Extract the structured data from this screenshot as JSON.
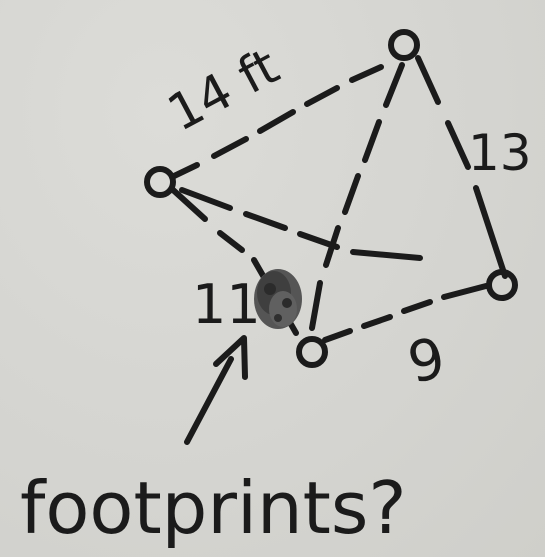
{
  "edge_labels": {
    "top_left": "14 ft",
    "right": "13",
    "bottom_right": "9",
    "left": "11"
  },
  "annotation": "footprints?"
}
